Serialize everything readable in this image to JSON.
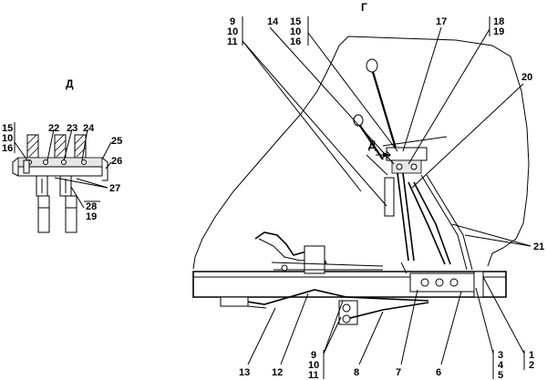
{
  "views": {
    "main": "Г",
    "detail": "Д",
    "arrow": "Д"
  },
  "callouts": {
    "top": [
      {
        "lines": [
          "9",
          "10",
          "11"
        ]
      },
      {
        "lines": [
          "14"
        ]
      },
      {
        "lines": [
          "15",
          "10",
          "16"
        ]
      },
      {
        "lines": [
          "17"
        ]
      },
      {
        "lines": [
          "18",
          "19"
        ]
      },
      {
        "lines": [
          "20"
        ]
      }
    ],
    "right": [
      {
        "lines": [
          "21"
        ]
      }
    ],
    "bottom": [
      {
        "lines": [
          "13"
        ]
      },
      {
        "lines": [
          "12"
        ]
      },
      {
        "lines": [
          "9",
          "10",
          "11"
        ]
      },
      {
        "lines": [
          "8"
        ]
      },
      {
        "lines": [
          "7"
        ]
      },
      {
        "lines": [
          "6"
        ]
      },
      {
        "lines": [
          "3",
          "4",
          "5"
        ]
      },
      {
        "lines": [
          "1",
          "2"
        ]
      }
    ],
    "detail": [
      {
        "lines": [
          "15",
          "10",
          "16"
        ]
      },
      {
        "lines": [
          "22"
        ]
      },
      {
        "lines": [
          "23"
        ]
      },
      {
        "lines": [
          "24"
        ]
      },
      {
        "lines": [
          "25"
        ]
      },
      {
        "lines": [
          "26"
        ]
      },
      {
        "lines": [
          "27"
        ]
      },
      {
        "lines": [
          "28",
          "19"
        ]
      }
    ]
  }
}
